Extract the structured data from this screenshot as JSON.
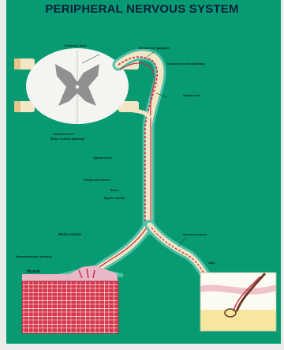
{
  "title": "PERIPHERAL NERVOUS SYSTEM",
  "labels": {
    "posterior_horn": "Posterior horn",
    "dorsal_root_ganglion": "Dorsal root ganglion",
    "sensory_neuron_pathway": "Sensory neuron pathway",
    "spinal_cord": "Spinal cord",
    "anterior_horn": "Anterior horn",
    "motor_neuron_pathway": "Motor neuron pathway",
    "spinal_nerve": "Spinal nerve",
    "peripheral_nerves": "Peripheral nerves",
    "axon": "Axon",
    "myelin_sheath": "Myelin sheath",
    "motor_neuron": "Motor neuron",
    "neuromuscular_junction": "Neuromuscular junction",
    "muscle": "Muscle",
    "sensory_neuron": "Sensory neuron",
    "skin": "Skin"
  },
  "colors": {
    "board": "#089a72",
    "nerve_cream": "#f3e6c4",
    "nerve_red": "#c8324a",
    "nerve_teal": "#4fc0a7",
    "muscle_red": "#d6374d",
    "skin_yellow": "#f6e6a0",
    "cord_grey": "#909090"
  }
}
